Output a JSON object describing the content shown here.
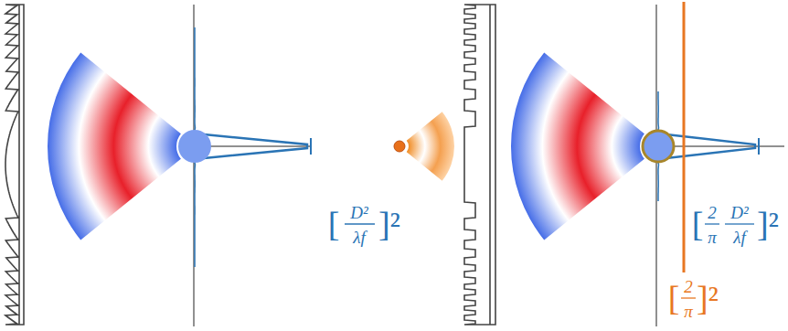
{
  "diagram": {
    "labels": [
      "[",
      "D²",
      "λf",
      "]²",
      "[",
      "2",
      "π",
      "D²",
      "λf",
      "]²",
      "[",
      "2",
      "π",
      "]²"
    ]
  }
}
